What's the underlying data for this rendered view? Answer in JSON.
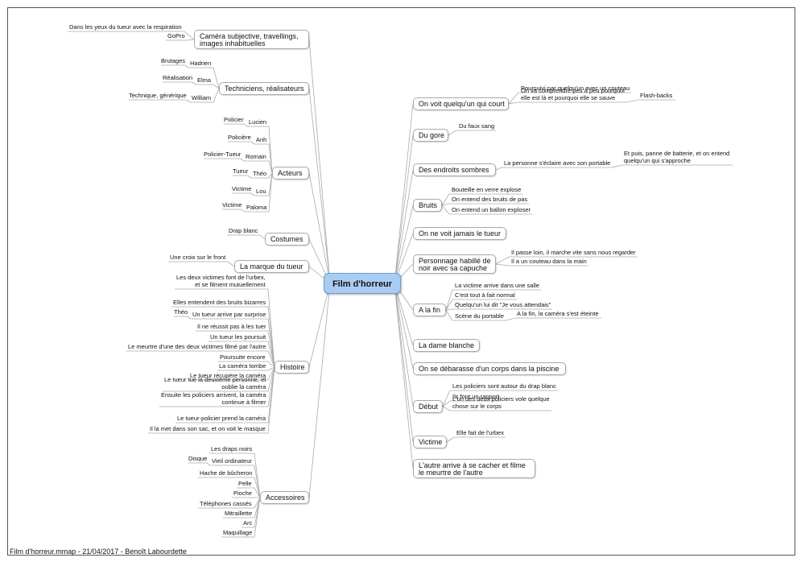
{
  "root": "Film d'horreur",
  "footer": "Film d'horreur.mmap - 21/04/2017 - Benoît Labourdette",
  "left": [
    {
      "label": "Caméra subjective, travellings,\nimages inhabituelles",
      "children": [
        {
          "t": "Dans les yeux du tueur avec la respiration"
        },
        {
          "t": "GoPro"
        }
      ]
    },
    {
      "label": "Techniciens, réalisateurs",
      "children": [
        {
          "t": "Hadrien",
          "s": "Brutages"
        },
        {
          "t": "Elma",
          "s": "Réalisation"
        },
        {
          "t": "William",
          "s": "Technique, générique"
        }
      ]
    },
    {
      "label": "Acteurs",
      "children": [
        {
          "t": "Lucien",
          "s": "Policier"
        },
        {
          "t": "Anh",
          "s": "Policière"
        },
        {
          "t": "Romain",
          "s": "Policier-Tueur"
        },
        {
          "t": "Théo",
          "s": "Tueur"
        },
        {
          "t": "Lou",
          "s": "Victime"
        },
        {
          "t": "Paloma",
          "s": "Victime"
        }
      ]
    },
    {
      "label": "Costumes",
      "children": [
        {
          "t": "Drap blanc"
        }
      ]
    },
    {
      "label": "La marque du tueur",
      "children": [
        {
          "t": "Une croix sur le front"
        }
      ]
    },
    {
      "label": "Histoire",
      "children": [
        {
          "t": "Les deux victimes font de l'urbex,\net se filment mutuellement"
        },
        {
          "t": "Elles entendent des bruits bizarres"
        },
        {
          "t": "Un tueur arrive par surprise",
          "s": "Théo"
        },
        {
          "t": "Il ne réussit pas à les tuer"
        },
        {
          "t": "Un tueur les poursuit"
        },
        {
          "t": "Le meurtre d'une des deux victimes filmé par l'autre"
        },
        {
          "t": "Poursuite encore"
        },
        {
          "t": "La caméra tombe"
        },
        {
          "t": "Le tueur récupère la caméra"
        },
        {
          "t": "Le tueur tue la deuxième personne, et\noublie la caméra"
        },
        {
          "t": "Ensuite les policiers arrivent, la caméra\ncontinue à filmer"
        },
        {
          "t": "Le tueur-policier prend la caméra"
        },
        {
          "t": "Il la met dans son sac, et on voit le masque"
        }
      ]
    },
    {
      "label": "Accessoires",
      "children": [
        {
          "t": "Les draps noirs"
        },
        {
          "t": "Vieil ordinateur",
          "s": "Disque"
        },
        {
          "t": "Hache de bûcheron"
        },
        {
          "t": "Pelle"
        },
        {
          "t": "Pioche"
        },
        {
          "t": "Téléphones cassés"
        },
        {
          "t": "Mitraillette"
        },
        {
          "t": "Arc"
        },
        {
          "t": "Maquillage"
        }
      ]
    }
  ],
  "right": [
    {
      "label": "On voit quelqu'un qui court",
      "children": [
        {
          "t": "Poursuivi par quelqu'un avec un couteau"
        },
        {
          "t": "On va comprendre peu à peu pourquoi\nelle est là et pourquoi elle se sauve",
          "s": "Flash-backs"
        }
      ]
    },
    {
      "label": "Du gore",
      "children": [
        {
          "t": "Du faux sang"
        }
      ]
    },
    {
      "label": "Des endroits sombres",
      "children": [
        {
          "t": "La personne s'éclaire avec son portable",
          "s": "Et puis, panne de batterie, et on entend\nquelqu'un qui s'approche"
        }
      ]
    },
    {
      "label": "Bruits",
      "children": [
        {
          "t": "Bouteille en verre explose"
        },
        {
          "t": "On entend des bruits de pas"
        },
        {
          "t": "On entend un ballon exploser"
        }
      ]
    },
    {
      "label": "On ne voit jamais le tueur",
      "children": []
    },
    {
      "label": "Personnage habillé de\nnoir avec sa capuche",
      "children": [
        {
          "t": "Il passe loin, il marche vite sans nous regarder"
        },
        {
          "t": "Il a un couteau dans la main"
        }
      ]
    },
    {
      "label": "A la fin",
      "children": [
        {
          "t": "La victime arrive dans une salle"
        },
        {
          "t": "C'est tout à fait normal"
        },
        {
          "t": "Quelqu'un lui dit \"Je vous attendais\""
        },
        {
          "t": "Scène du portable",
          "s": "A la fin, la caméra s'est éteinte"
        }
      ]
    },
    {
      "label": "La dame blanche",
      "children": []
    },
    {
      "label": "On se débarasse d'un corps dans la piscine",
      "children": []
    },
    {
      "label": "Début",
      "children": [
        {
          "t": "Les policiers sont autour du drap blanc"
        },
        {
          "t": "Ils font un rapport"
        },
        {
          "t": "L'un des deux policiers vole quelque\nchose sur le corps"
        }
      ]
    },
    {
      "label": "Victime",
      "children": [
        {
          "t": "Elle fait de l'urbex"
        }
      ]
    },
    {
      "label": "L'autre arrive à se cacher et filme\nle meurtre de l'autre",
      "children": []
    }
  ]
}
